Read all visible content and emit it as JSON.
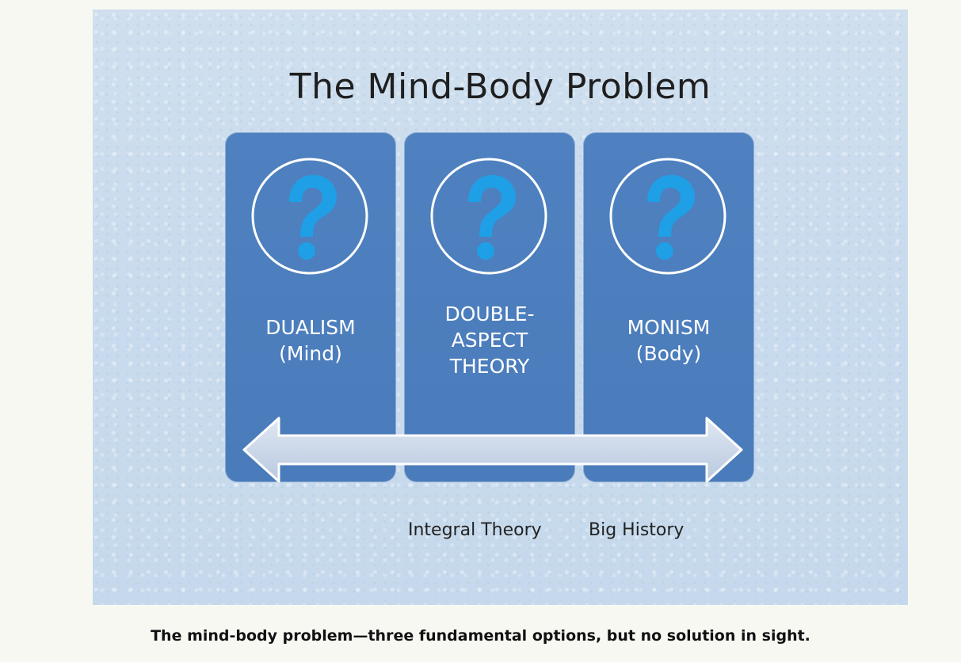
{
  "diagram": {
    "title": "The Mind-Body Problem",
    "panels": [
      {
        "lines": [
          "DUALISM",
          "(Mind)"
        ],
        "icon": "question-mark-circle-icon"
      },
      {
        "lines": [
          "DOUBLE-",
          "ASPECT",
          "THEORY"
        ],
        "icon": "question-mark-circle-icon"
      },
      {
        "lines": [
          "MONISM",
          "(Body)"
        ],
        "icon": "question-mark-circle-icon"
      }
    ],
    "arrow_icon": "double-headed-arrow-icon",
    "bottom_labels": [
      "Integral Theory",
      "Big History"
    ],
    "colors": {
      "background": "#c9dbed",
      "panel": "#4f81c0",
      "question_mark": "#1f9fe6",
      "arrow": "#c5d3e6"
    }
  },
  "caption": "The mind-body problem—three fundamental options, but no solution in sight."
}
